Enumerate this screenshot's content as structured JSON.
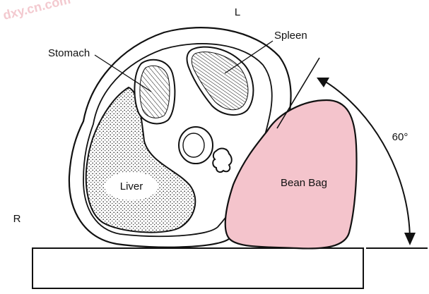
{
  "watermark": "dxy.cn.com",
  "orientation": {
    "left": "L",
    "right": "R"
  },
  "labels": {
    "stomach": "Stomach",
    "spleen": "Spleen",
    "liver": "Liver",
    "bean_bag": "Bean Bag",
    "angle": "60°"
  },
  "colors": {
    "outline": "#111111",
    "bean_bag_fill": "#f4c4cc",
    "watermark": "#f3c9cf",
    "background": "#ffffff"
  }
}
